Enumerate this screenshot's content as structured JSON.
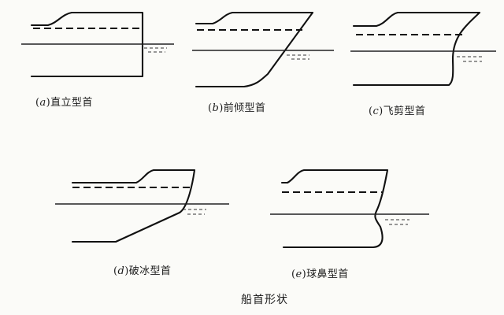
{
  "title": "船首形状",
  "diagrams": [
    {
      "letter": "a",
      "label": "直立型首"
    },
    {
      "letter": "b",
      "label": "前倾型首"
    },
    {
      "letter": "c",
      "label": "飞剪型首"
    },
    {
      "letter": "d",
      "label": "破冰型首"
    },
    {
      "letter": "e",
      "label": "球鼻型首"
    }
  ]
}
